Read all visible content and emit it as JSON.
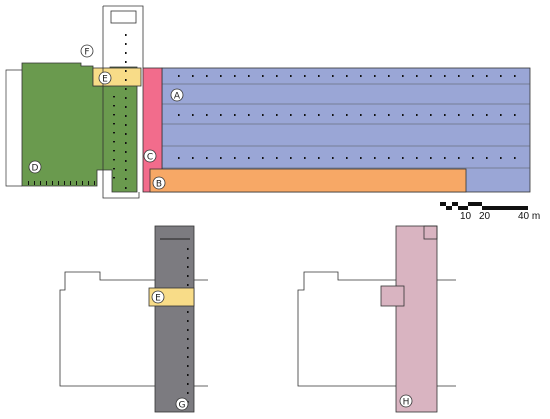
{
  "labels": {
    "A": "A",
    "B": "B",
    "C": "C",
    "D": "D",
    "E": "E",
    "E2": "E",
    "F": "F",
    "G": "G",
    "H": "H"
  },
  "scale": {
    "tick_10": "10",
    "tick_20": "20",
    "tick_40": "40 m"
  },
  "colors": {
    "green": "#6a9a4e",
    "blue": "#9aa6d6",
    "pink": "#f26c8c",
    "orange": "#f7a866",
    "yellow": "#f8dc88",
    "dark": "#7c7b80",
    "mauve": "#d9b4c1",
    "line": "#333333"
  }
}
